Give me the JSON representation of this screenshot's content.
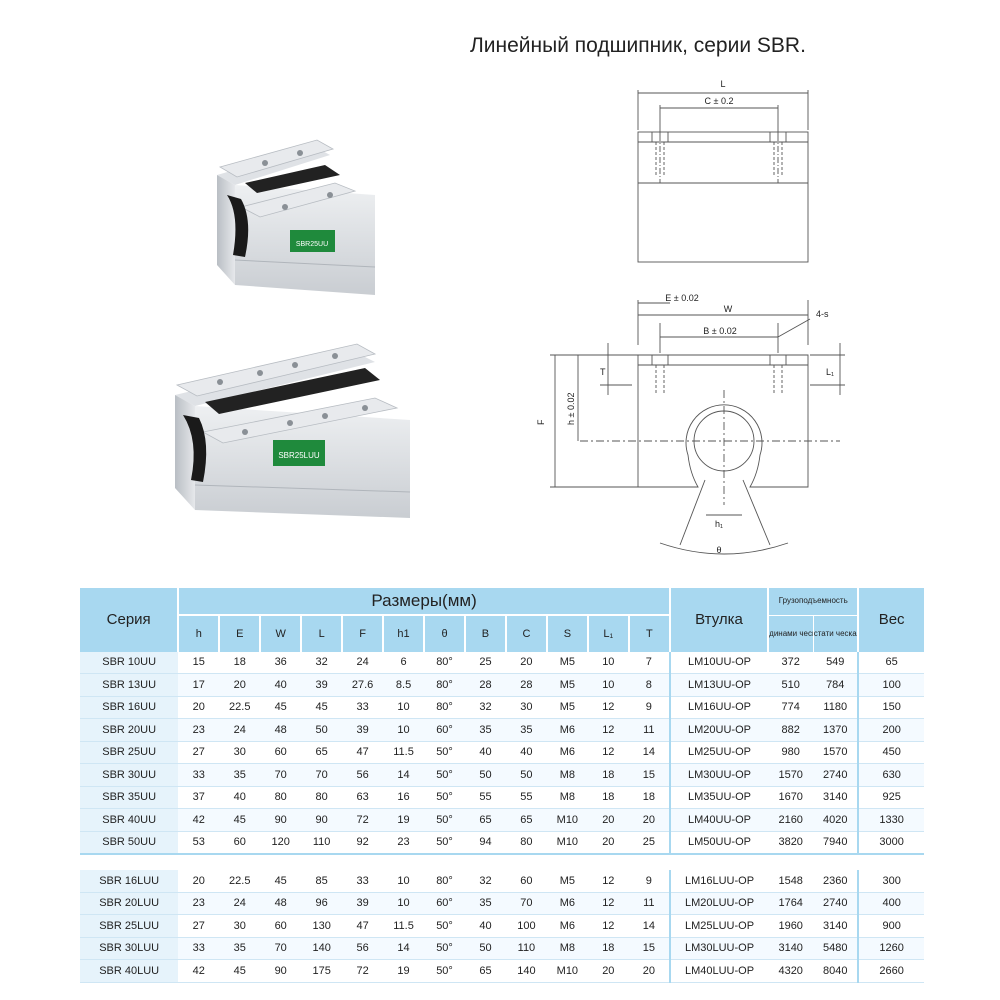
{
  "title": "Линейный подшипник, серии SBR.",
  "photos": [
    {
      "label": "SBR25UU"
    },
    {
      "label": "SBR25LUU"
    }
  ],
  "drawing": {
    "dim_L": "L",
    "dim_C": "C ± 0.2",
    "dim_E": "E ± 0.02",
    "dim_W": "W",
    "dim_B": "B ± 0.02",
    "dim_4s": "4-s",
    "dim_T": "T",
    "dim_L1": "L₁",
    "dim_h": "h ± 0.02",
    "dim_F": "F",
    "dim_h1": "h₁",
    "dim_theta": "θ"
  },
  "table": {
    "header_series": "Серия",
    "header_sizes": "Размеры(мм)",
    "header_bushing": "Втулка",
    "header_load": "Грузоподъемность",
    "header_load_dynamic": "динами ческая",
    "header_load_static": "стати ческая",
    "header_weight": "Вес",
    "columns": [
      "h",
      "E",
      "W",
      "L",
      "F",
      "h1",
      "θ",
      "B",
      "C",
      "S",
      "L₁",
      "T"
    ],
    "uu_rows": [
      [
        "SBR 10UU",
        "15",
        "18",
        "36",
        "32",
        "24",
        "6",
        "80°",
        "25",
        "20",
        "M5",
        "10",
        "7",
        "LM10UU-OP",
        "372",
        "549",
        "65"
      ],
      [
        "SBR 13UU",
        "17",
        "20",
        "40",
        "39",
        "27.6",
        "8.5",
        "80°",
        "28",
        "28",
        "M5",
        "10",
        "8",
        "LM13UU-OP",
        "510",
        "784",
        "100"
      ],
      [
        "SBR 16UU",
        "20",
        "22.5",
        "45",
        "45",
        "33",
        "10",
        "80°",
        "32",
        "30",
        "M5",
        "12",
        "9",
        "LM16UU-OP",
        "774",
        "1180",
        "150"
      ],
      [
        "SBR 20UU",
        "23",
        "24",
        "48",
        "50",
        "39",
        "10",
        "60°",
        "35",
        "35",
        "M6",
        "12",
        "11",
        "LM20UU-OP",
        "882",
        "1370",
        "200"
      ],
      [
        "SBR 25UU",
        "27",
        "30",
        "60",
        "65",
        "47",
        "11.5",
        "50°",
        "40",
        "40",
        "M6",
        "12",
        "14",
        "LM25UU-OP",
        "980",
        "1570",
        "450"
      ],
      [
        "SBR 30UU",
        "33",
        "35",
        "70",
        "70",
        "56",
        "14",
        "50°",
        "50",
        "50",
        "M8",
        "18",
        "15",
        "LM30UU-OP",
        "1570",
        "2740",
        "630"
      ],
      [
        "SBR 35UU",
        "37",
        "40",
        "80",
        "80",
        "63",
        "16",
        "50°",
        "55",
        "55",
        "M8",
        "18",
        "18",
        "LM35UU-OP",
        "1670",
        "3140",
        "925"
      ],
      [
        "SBR 40UU",
        "42",
        "45",
        "90",
        "90",
        "72",
        "19",
        "50°",
        "65",
        "65",
        "M10",
        "20",
        "20",
        "LM40UU-OP",
        "2160",
        "4020",
        "1330"
      ],
      [
        "SBR 50UU",
        "53",
        "60",
        "120",
        "110",
        "92",
        "23",
        "50°",
        "94",
        "80",
        "M10",
        "20",
        "25",
        "LM50UU-OP",
        "3820",
        "7940",
        "3000"
      ]
    ],
    "luu_rows": [
      [
        "SBR 16LUU",
        "20",
        "22.5",
        "45",
        "85",
        "33",
        "10",
        "80°",
        "32",
        "60",
        "M5",
        "12",
        "9",
        "LM16LUU-OP",
        "1548",
        "2360",
        "300"
      ],
      [
        "SBR 20LUU",
        "23",
        "24",
        "48",
        "96",
        "39",
        "10",
        "60°",
        "35",
        "70",
        "M6",
        "12",
        "11",
        "LM20LUU-OP",
        "1764",
        "2740",
        "400"
      ],
      [
        "SBR 25LUU",
        "27",
        "30",
        "60",
        "130",
        "47",
        "11.5",
        "50°",
        "40",
        "100",
        "M6",
        "12",
        "14",
        "LM25LUU-OP",
        "1960",
        "3140",
        "900"
      ],
      [
        "SBR 30LUU",
        "33",
        "35",
        "70",
        "140",
        "56",
        "14",
        "50°",
        "50",
        "110",
        "M8",
        "18",
        "15",
        "LM30LUU-OP",
        "3140",
        "5480",
        "1260"
      ],
      [
        "SBR 40LUU",
        "42",
        "45",
        "90",
        "175",
        "72",
        "19",
        "50°",
        "65",
        "140",
        "M10",
        "20",
        "20",
        "LM40LUU-OP",
        "4320",
        "8040",
        "2660"
      ]
    ]
  }
}
